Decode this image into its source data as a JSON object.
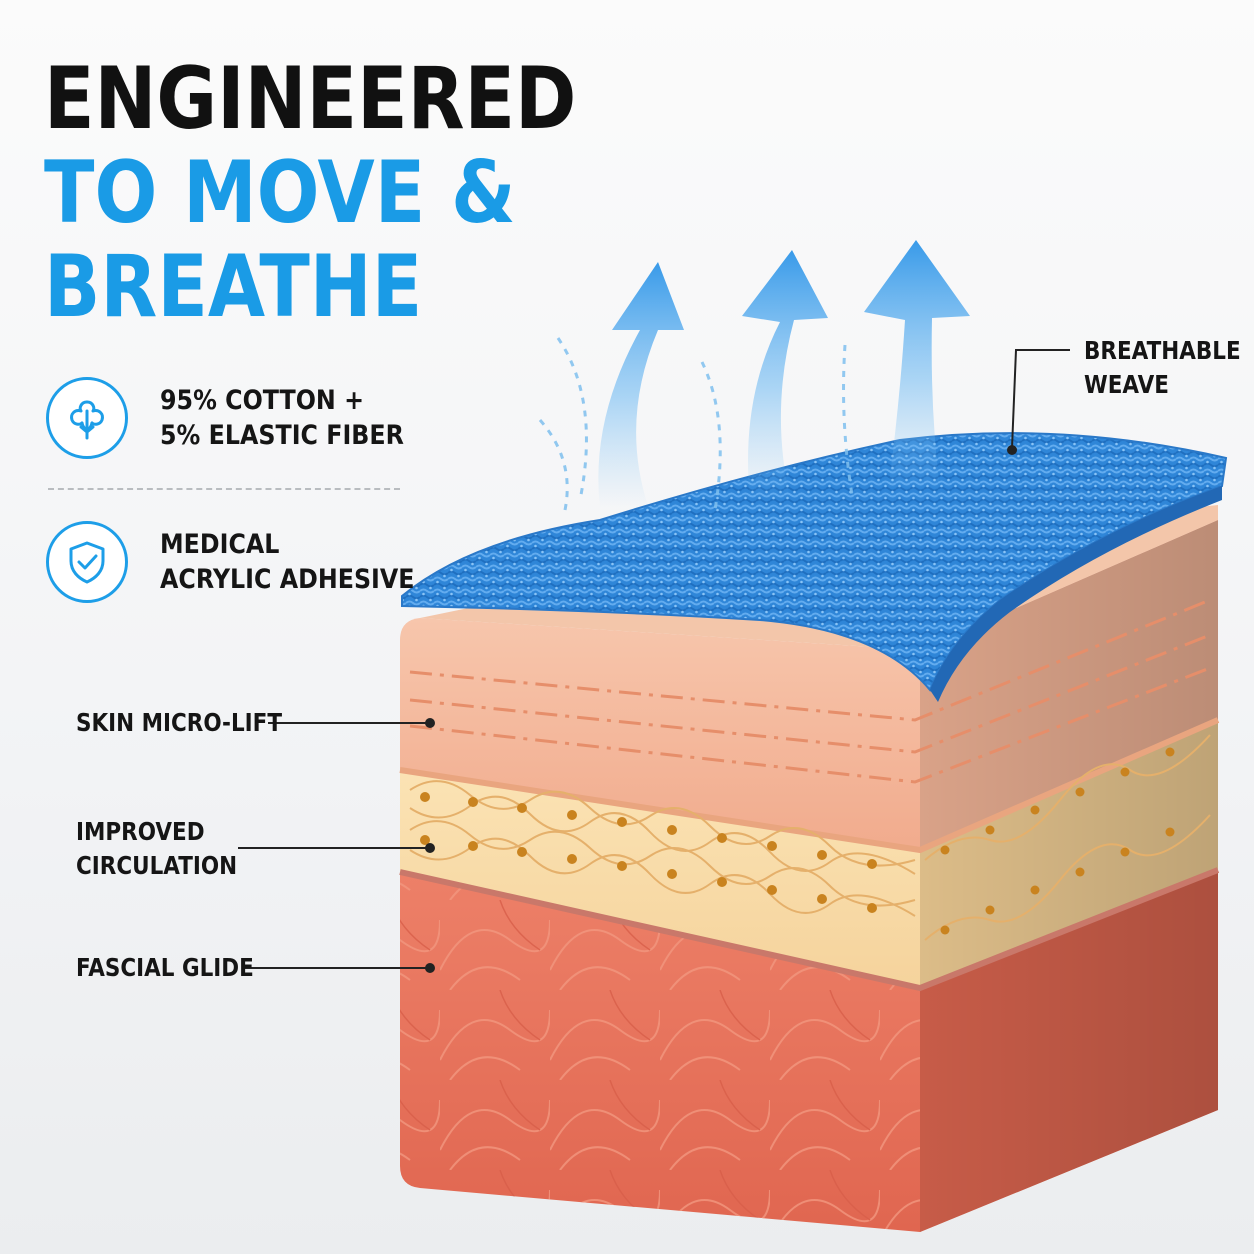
{
  "headline": {
    "line1": "ENGINEERED",
    "line2": "TO MOVE &",
    "line3": "BREATHE"
  },
  "features": [
    {
      "icon": "cotton-icon",
      "line1": "95% COTTON +",
      "line2": "5% ELASTIC FIBER"
    },
    {
      "icon": "shield-check-icon",
      "line1": "MEDICAL",
      "line2": "ACRYLIC ADHESIVE"
    }
  ],
  "callouts": {
    "breathable": {
      "line1": "BREATHABLE",
      "line2": "WEAVE"
    },
    "skin": {
      "line1": "SKIN MICRO-LIFT"
    },
    "circulation": {
      "line1": "IMPROVED",
      "line2": "CIRCULATION"
    },
    "fascia": {
      "line1": "FASCIAL GLIDE"
    }
  },
  "colors": {
    "accent_blue": "#1a9be6",
    "tape_blue": "#2f86d8",
    "skin_layer": "#f4b89a",
    "fat_layer": "#f7d9a2",
    "muscle_layer": "#e86f5a",
    "text_dark": "#111111"
  }
}
